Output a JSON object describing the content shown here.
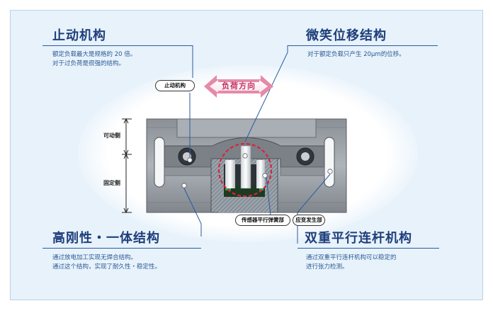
{
  "stop_mechanism": {
    "title": "止动机构",
    "desc_line1": "额定负载最大是规格的 20 倍。",
    "desc_line2": "对于过负荷是很强的结构。",
    "tag": "止动机构"
  },
  "micro_displacement": {
    "title": "微笑位移结构",
    "desc_line1": "对于额定负载只产生 20μm的位移。"
  },
  "load_direction": {
    "label": "负荷方向"
  },
  "sides": {
    "movable": "可动侧",
    "fixed": "固定侧"
  },
  "rigidity": {
    "title": "高刚性・一体结构",
    "desc_line1": "通过放电加工实现无焊合结构。",
    "desc_line2": "通过这个结构，实现了耐久性・稳定性。"
  },
  "parallel_link": {
    "title": "双重平行连杆机构",
    "desc_line1": "通过双重平行连杆机构可以稳定的",
    "desc_line2": "进行张力检测。"
  },
  "labels": {
    "spring_part": "传感器平行弹簧部",
    "strain_part": "应变发生部"
  },
  "colors": {
    "title": "#1f3f7a",
    "description": "#2c5a93",
    "accent": "#c23060",
    "panel_bg": "#e7f2fb"
  }
}
